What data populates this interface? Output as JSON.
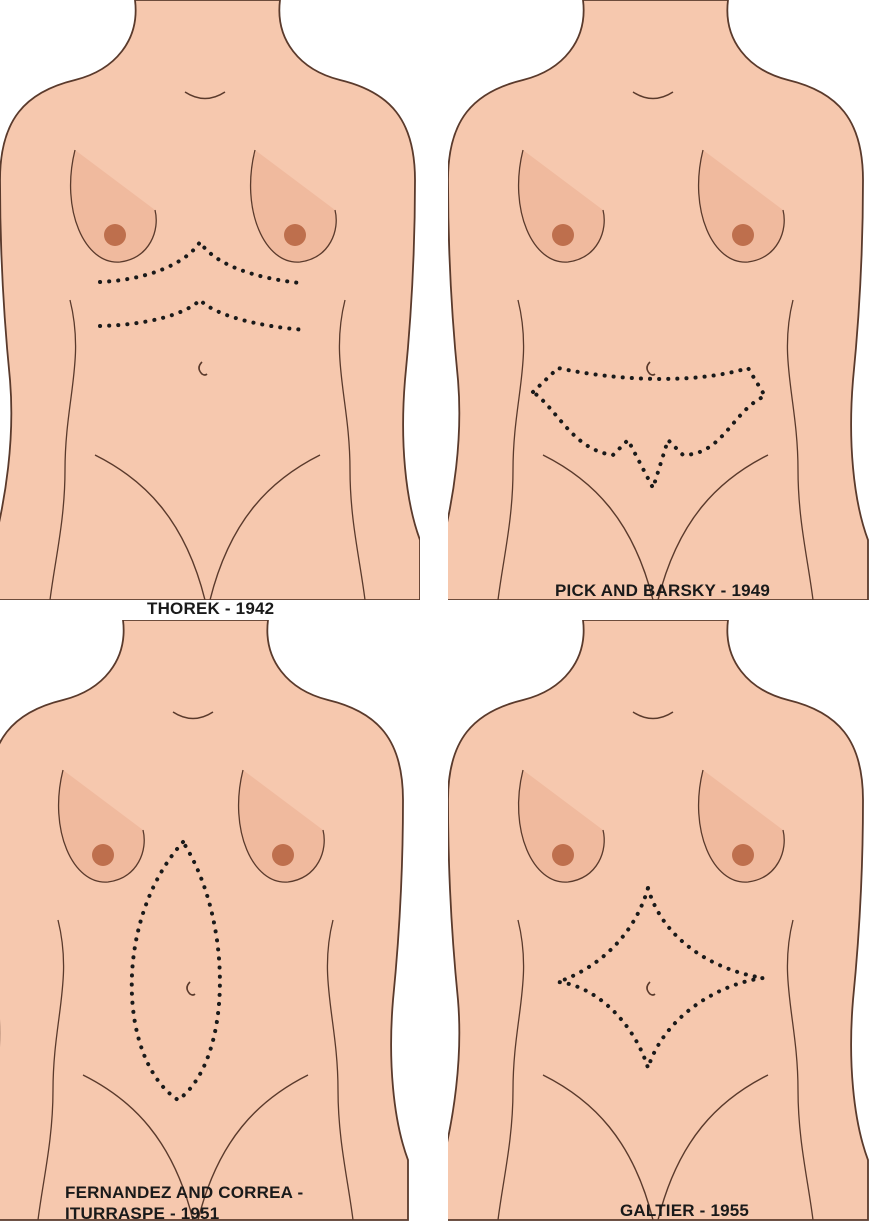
{
  "panels": [
    {
      "caption_lines": [
        "THOREK - 1942"
      ],
      "incision": "transverse-double"
    },
    {
      "caption_lines": [
        "PICK AND BARSKY - 1949"
      ],
      "incision": "lower-wing"
    },
    {
      "caption_lines": [
        "FERNANDEZ AND CORREA -",
        "ITURRASPE - 1951"
      ],
      "incision": "vertical-ellipse"
    },
    {
      "caption_lines": [
        "GALTIER - 1955"
      ],
      "incision": "rhomboid"
    }
  ],
  "colors": {
    "skin": "#f6c8ae",
    "skin_shadow": "#e9a98c",
    "outline": "#5a3a2c",
    "areola": "#b5623e",
    "dots": "#1a1a1a"
  }
}
